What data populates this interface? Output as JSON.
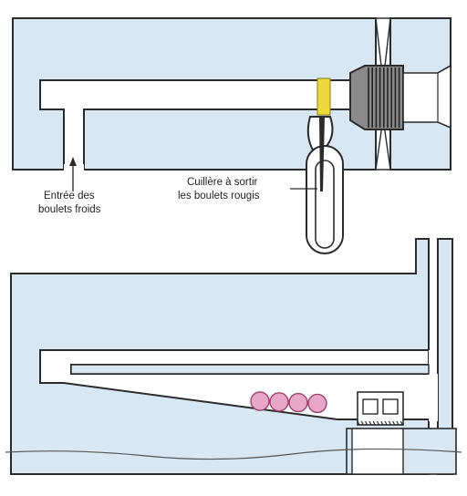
{
  "labels": {
    "cold_entry_line1": "Entrée des",
    "cold_entry_line2": "boulets froids",
    "spoon_line1": "Cuillère à sortir",
    "spoon_line2": "les boulets rougis"
  },
  "colors": {
    "furnace_fill": "#d7e8f4",
    "outline": "#2b2b2b",
    "cannonball": "#e8a6c8",
    "cannonball_edge": "#a0406e",
    "spoon_heat": "#ecd93a"
  },
  "cannonball_count": 4
}
